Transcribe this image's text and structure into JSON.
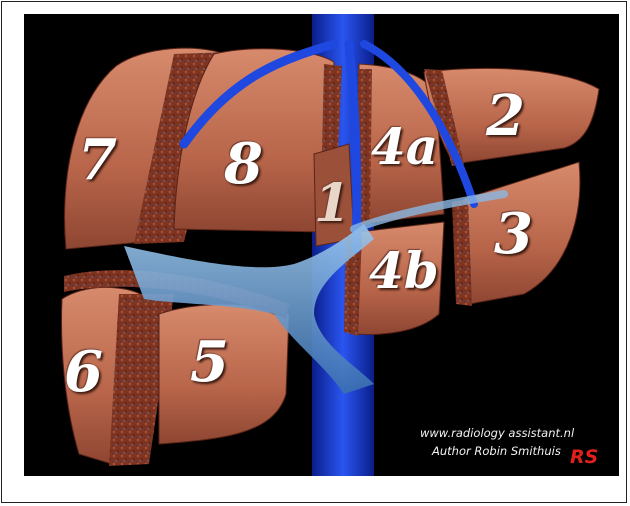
{
  "segments": {
    "s1": "1",
    "s2": "2",
    "s3": "3",
    "s4a": "4a",
    "s4b": "4b",
    "s5": "5",
    "s6": "6",
    "s7": "7",
    "s8": "8"
  },
  "credits": {
    "website": "www.radiology assistant.nl",
    "author": "Author Robin Smithuis",
    "monogram": "RS"
  },
  "colors": {
    "background": "#000000",
    "liver": "#b8654a",
    "parenchyma": "#8a3a22",
    "vessel": "#1a3fd0",
    "portal": "#6fa8d8",
    "monogram": "#e0201a"
  }
}
